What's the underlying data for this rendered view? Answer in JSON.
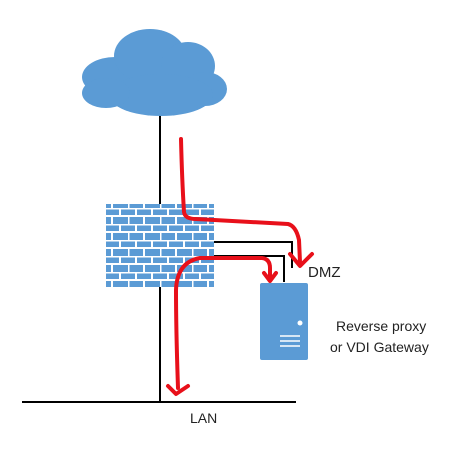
{
  "labels": {
    "dmz": "DMZ",
    "lan": "LAN",
    "server_line1": "Reverse proxy",
    "server_line2": "or VDI Gateway"
  },
  "colors": {
    "cloud": "#5b9bd5",
    "firewall": "#5b9bd5",
    "firewall_mortar": "#ffffff",
    "server": "#5b9bd5",
    "wire": "#000000",
    "traffic": "#e8101a"
  },
  "icons": {
    "cloud": "cloud-icon",
    "firewall": "firewall-icon",
    "server": "server-icon"
  }
}
